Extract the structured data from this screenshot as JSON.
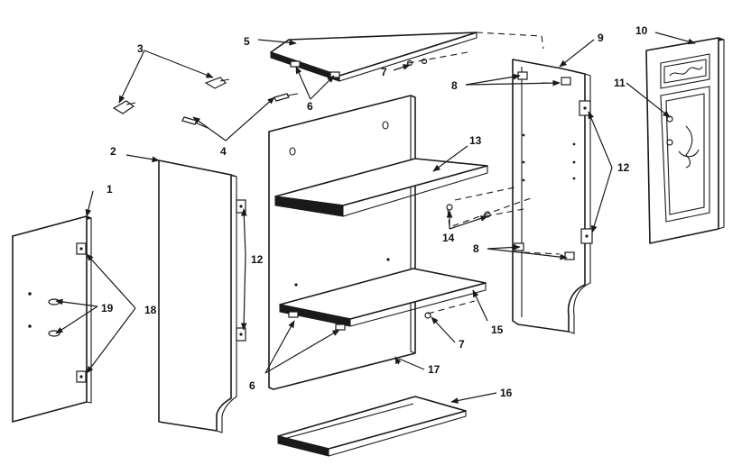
{
  "callouts": {
    "c1": "1",
    "c2": "2",
    "c3": "3",
    "c4": "4",
    "c5": "5",
    "c6_top": "6",
    "c6_bottom": "6",
    "c7_top": "7",
    "c7_bottom": "7",
    "c8_top": "8",
    "c8_bottom": "8",
    "c9": "9",
    "c10": "10",
    "c11": "11",
    "c12_left": "12",
    "c12_right": "12",
    "c13": "13",
    "c14": "14",
    "c15": "15",
    "c16": "16",
    "c17": "17",
    "c18": "18",
    "c19": "19"
  }
}
